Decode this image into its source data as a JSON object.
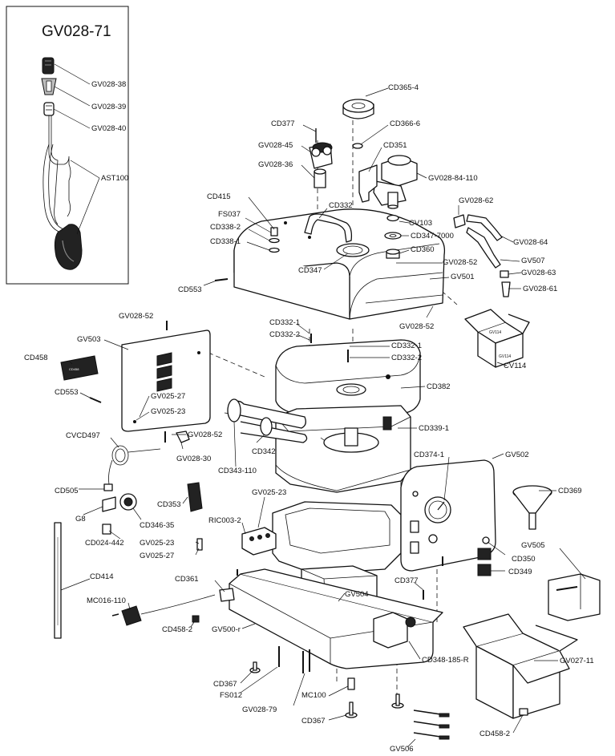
{
  "inset": {
    "title": "GV028-71"
  },
  "labels": {
    "gv028_38": "GV028-38",
    "gv028_39": "GV028-39",
    "gv028_40": "GV028-40",
    "ast100": "AST100",
    "cd365_4": "CD365-4",
    "cd366_6": "CD366-6",
    "cd377_top": "CD377",
    "gv028_45": "GV028-45",
    "cd351": "CD351",
    "gv028_36": "GV028-36",
    "gv028_84_110": "GV028-84-110",
    "cd415": "CD415",
    "cd332": "CD332",
    "gv028_62": "GV028-62",
    "fs037": "FS037",
    "cv103": "CV103",
    "cd338_2": "CD338-2",
    "cd347_7000": "CD347-7000",
    "gv028_64": "GV028-64",
    "cd338_1": "CD338-1",
    "cd360": "CD360",
    "gv028_52_a": "GV028-52",
    "gv507": "GV507",
    "cd347": "CD347",
    "gv028_63": "GV028-63",
    "gv501": "GV501",
    "cd553_a": "CD553",
    "gv028_61": "GV028-61",
    "gv028_52_b": "GV028-52",
    "gv028_52_c": "GV028-52",
    "cd332_1_a": "CD332-1",
    "cd332_2_a": "CD332-2",
    "gv503": "GV503",
    "cd332_1_b": "CD332-1",
    "cd332_2_b": "CD332-2",
    "cd458": "CD458",
    "cv114": "CV114",
    "cd553_b": "CD553",
    "cd382": "CD382",
    "gv025_27_a": "GV025-27",
    "gv025_23_a": "GV025-23",
    "cd339_1": "CD339-1",
    "cvcd497": "CVCD497",
    "gv028_52_d": "GV028-52",
    "gv028_30": "GV028-30",
    "cd342": "CD342",
    "cd343_110": "CD343-110",
    "cd374_1": "CD374-1",
    "gv502": "GV502",
    "cd505": "CD505",
    "gv025_23_b": "GV025-23",
    "cd353": "CD353",
    "cd369": "CD369",
    "g8": "G8",
    "cd346_35": "CD346-35",
    "ric003_2": "RIC003-2",
    "cd024_442": "CD024-442",
    "gv025_23_c": "GV025-23",
    "gv025_27_b": "GV025-27",
    "gv505": "GV505",
    "cd350": "CD350",
    "cd349": "CD349",
    "cd414": "CD414",
    "cd361": "CD361",
    "cd377_bottom": "CD377",
    "gv504": "GV504",
    "mc016_110": "MC016-110",
    "cd458_2_a": "CD458-2",
    "gv500_r": "GV500-r",
    "gv027_11": "GV027-11",
    "cd348_185_r": "CD348-185-R",
    "cd367_a": "CD367",
    "fs012": "FS012",
    "mc100": "MC100",
    "gv028_79": "GV028-79",
    "cd367_b": "CD367",
    "cd458_2_b": "CD458-2",
    "gv506": "GV506"
  },
  "box_print": {
    "cv114_top": "GV114",
    "cv114_side": "GV114",
    "cd458_card": "CD458"
  }
}
